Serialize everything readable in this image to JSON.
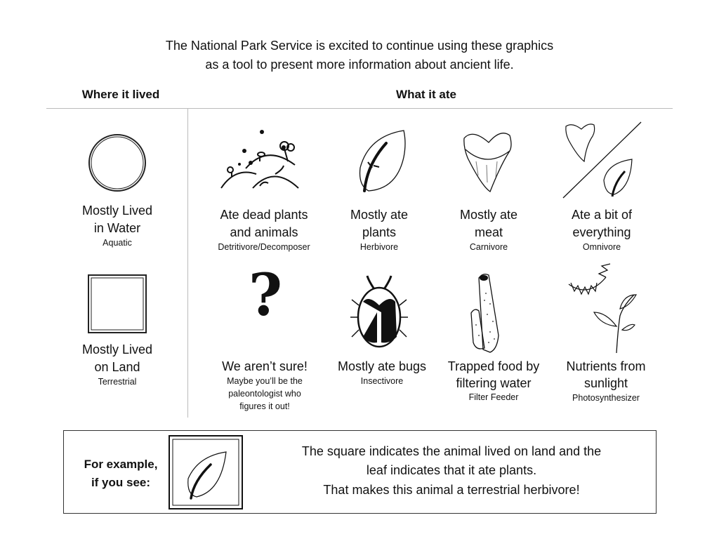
{
  "intro": {
    "line1": "The National Park Service is excited to continue using these graphics",
    "line2": "as a tool to present more information about ancient life."
  },
  "headers": {
    "where": "Where it lived",
    "what": "What it ate"
  },
  "habitats": [
    {
      "icon": "circle-icon",
      "line1": "Mostly Lived",
      "line2": "in Water",
      "term": "Aquatic"
    },
    {
      "icon": "square-icon",
      "line1": "Mostly Lived",
      "line2": "on Land",
      "term": "Terrestrial"
    }
  ],
  "diets": [
    {
      "icon": "decomposer-mounds-icon",
      "line1": "Ate dead plants",
      "line2": "and animals",
      "term": "Detritivore/Decomposer"
    },
    {
      "icon": "leaf-icon",
      "line1": "Mostly ate",
      "line2": "plants",
      "term": "Herbivore"
    },
    {
      "icon": "tooth-icon",
      "line1": "Mostly ate",
      "line2": "meat",
      "term": "Carnivore"
    },
    {
      "icon": "tooth-and-leaf-icon",
      "line1": "Ate a bit of",
      "line2": "everything",
      "term": "Omnivore"
    },
    {
      "icon": "question-mark-icon",
      "line1": "We aren’t sure!",
      "sub1": "Maybe you’ll be the",
      "sub2": "paleontologist who",
      "sub3": "figures it out!"
    },
    {
      "icon": "beetle-icon",
      "line1": "Mostly ate bugs",
      "term": "Insectivore"
    },
    {
      "icon": "sponge-icon",
      "line1": "Trapped food by",
      "line2": "filtering water",
      "term": "Filter Feeder"
    },
    {
      "icon": "sun-plant-icon",
      "line1": "Nutrients from",
      "line2": "sunlight",
      "term": "Photosynthesizer"
    }
  ],
  "example": {
    "label1": "For example,",
    "label2": "if you see:",
    "text1": "The square indicates the animal lived on land and the",
    "text2": "leaf indicates that it ate plants.",
    "text3": "That makes this animal a terrestrial herbivore!"
  }
}
